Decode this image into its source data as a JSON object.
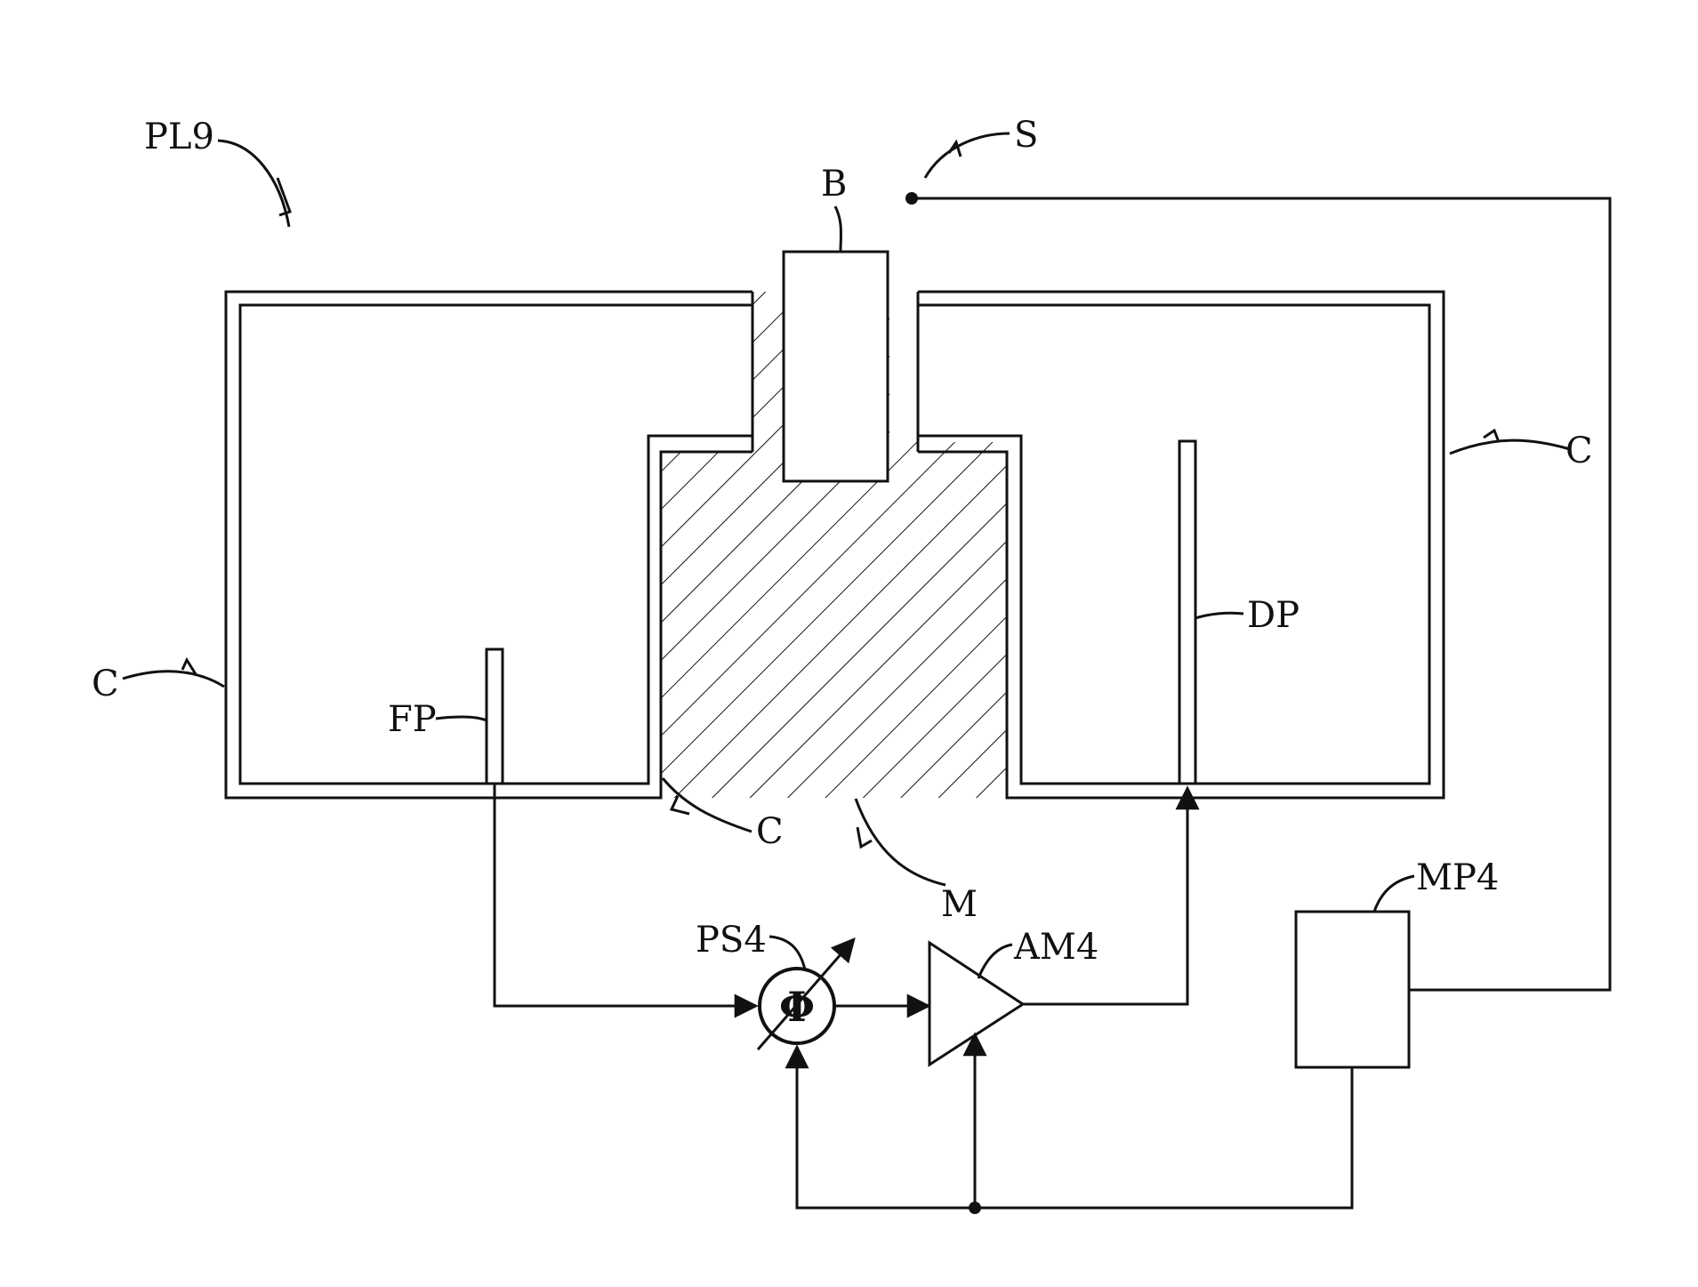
{
  "labels": {
    "pl9": "PL9",
    "s": "S",
    "b": "B",
    "c_right": "C",
    "c_left": "C",
    "c_bottom": "C",
    "fp": "FP",
    "dp": "DP",
    "m": "M",
    "ps4": "PS4",
    "am4": "AM4",
    "mp4": "MP4",
    "phi": "Φ"
  }
}
